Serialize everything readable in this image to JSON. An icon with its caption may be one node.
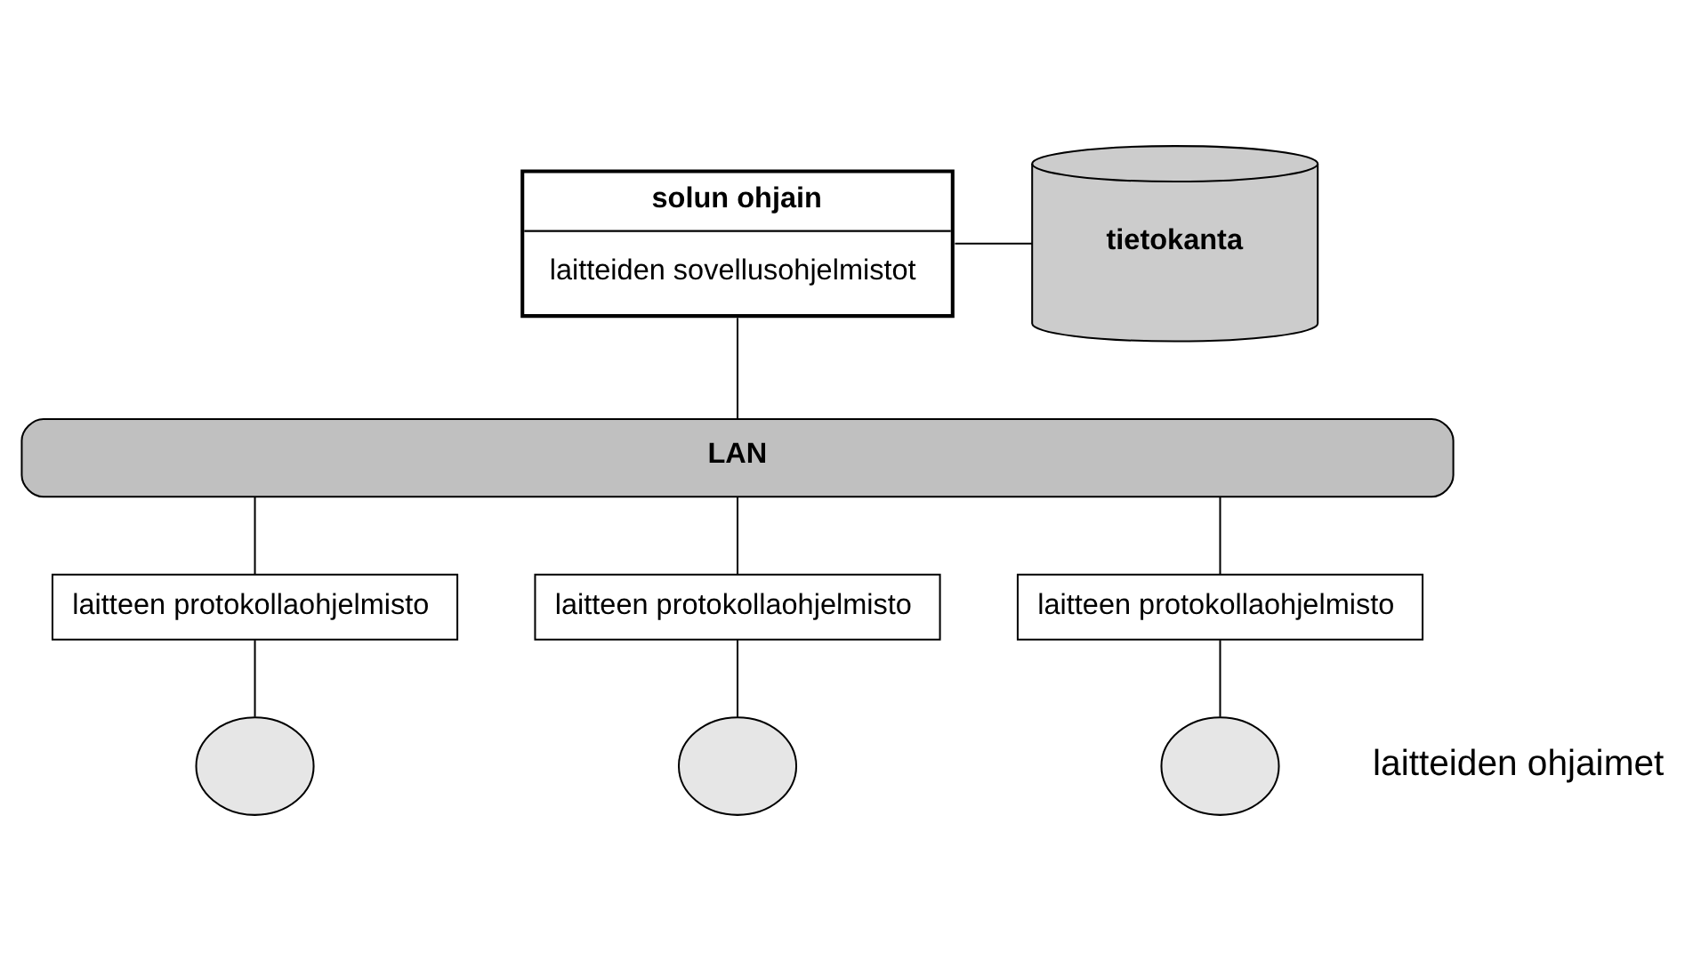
{
  "diagram": {
    "nodes": [
      {
        "text": [
          "solun ohjain",
          "laitteiden sovellusohjelmistot"
        ]
      },
      {
        "text": [
          "tietokanta"
        ]
      },
      {
        "text": [
          "LAN"
        ]
      },
      {
        "text": [
          "laitteen protokollaohjelmisto"
        ]
      },
      {
        "text": [
          "laitteen protokollaohjelmisto"
        ]
      },
      {
        "text": [
          "laitteen protokollaohjelmisto"
        ]
      },
      {
        "text": [],
        "shape": "circle"
      },
      {
        "text": [],
        "shape": "circle"
      },
      {
        "text": [],
        "shape": "circle"
      }
    ],
    "edges": [
      {
        "from": 0,
        "to": 1,
        "arrow": "none"
      },
      {
        "from": 0,
        "to": 2,
        "arrow": "none"
      },
      {
        "from": 2,
        "to": 3,
        "arrow": "none"
      },
      {
        "from": 2,
        "to": 4,
        "arrow": "none"
      },
      {
        "from": 2,
        "to": 5,
        "arrow": "none"
      },
      {
        "from": 3,
        "to": 6,
        "arrow": "none"
      },
      {
        "from": 4,
        "to": 7,
        "arrow": "none"
      },
      {
        "from": 5,
        "to": 8,
        "arrow": "none"
      }
    ],
    "labels": [
      "laitteiden ohjaimet"
    ]
  }
}
